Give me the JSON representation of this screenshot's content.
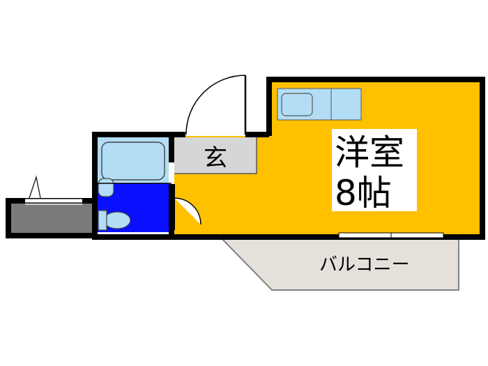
{
  "floorplan": {
    "rooms": {
      "western_room": {
        "name": "洋室",
        "size": "8帖"
      },
      "entrance": {
        "name": "玄"
      },
      "balcony": {
        "name": "バルコニー"
      }
    },
    "colors": {
      "western_room": "#FFC000",
      "kitchen": "#B3DDF5",
      "entrance": "#D6D6D6",
      "bath": "#B3DDF5",
      "toilet": "#0A10FF",
      "washer_area": "#7A7A7A",
      "balcony": "#E6E0DB",
      "wall": "#000000"
    }
  }
}
